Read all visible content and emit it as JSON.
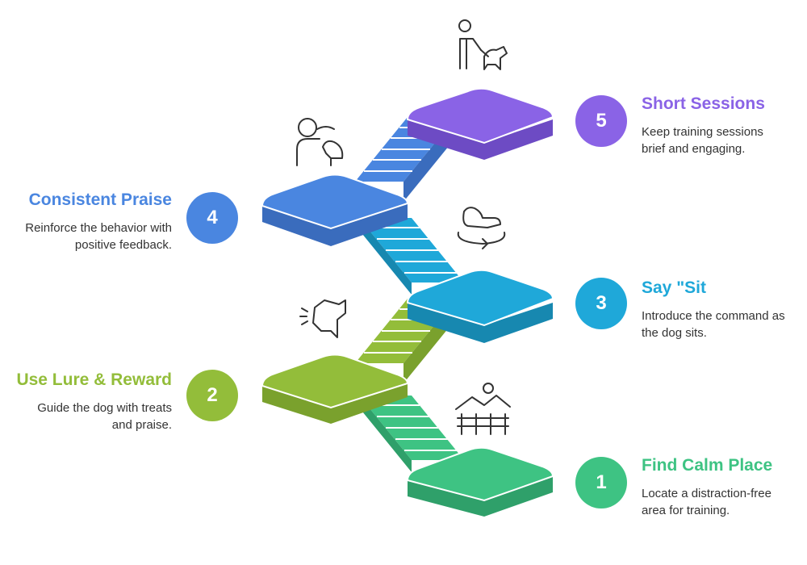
{
  "steps": [
    {
      "number": "1",
      "title": "Find Calm Place",
      "description": "Locate a distraction-free area for training.",
      "color": "#3ec383",
      "icon": "landscape-fence-icon"
    },
    {
      "number": "2",
      "title": "Use Lure & Reward",
      "description": "Guide the dog with treats and praise.",
      "color": "#93bd3a",
      "icon": "barking-dog-icon"
    },
    {
      "number": "3",
      "title": "Say \"Sit",
      "description": "Introduce the command as the dog sits.",
      "color": "#1fa8d9",
      "icon": "dog-rotate-icon"
    },
    {
      "number": "4",
      "title": "Consistent Praise",
      "description": "Reinforce the behavior with positive feedback.",
      "color": "#4a86e0",
      "icon": "person-with-dog-icon"
    },
    {
      "number": "5",
      "title": "Short Sessions",
      "description": "Keep training sessions brief and engaging.",
      "color": "#8a63e6",
      "icon": "person-walking-dog-icon"
    }
  ]
}
